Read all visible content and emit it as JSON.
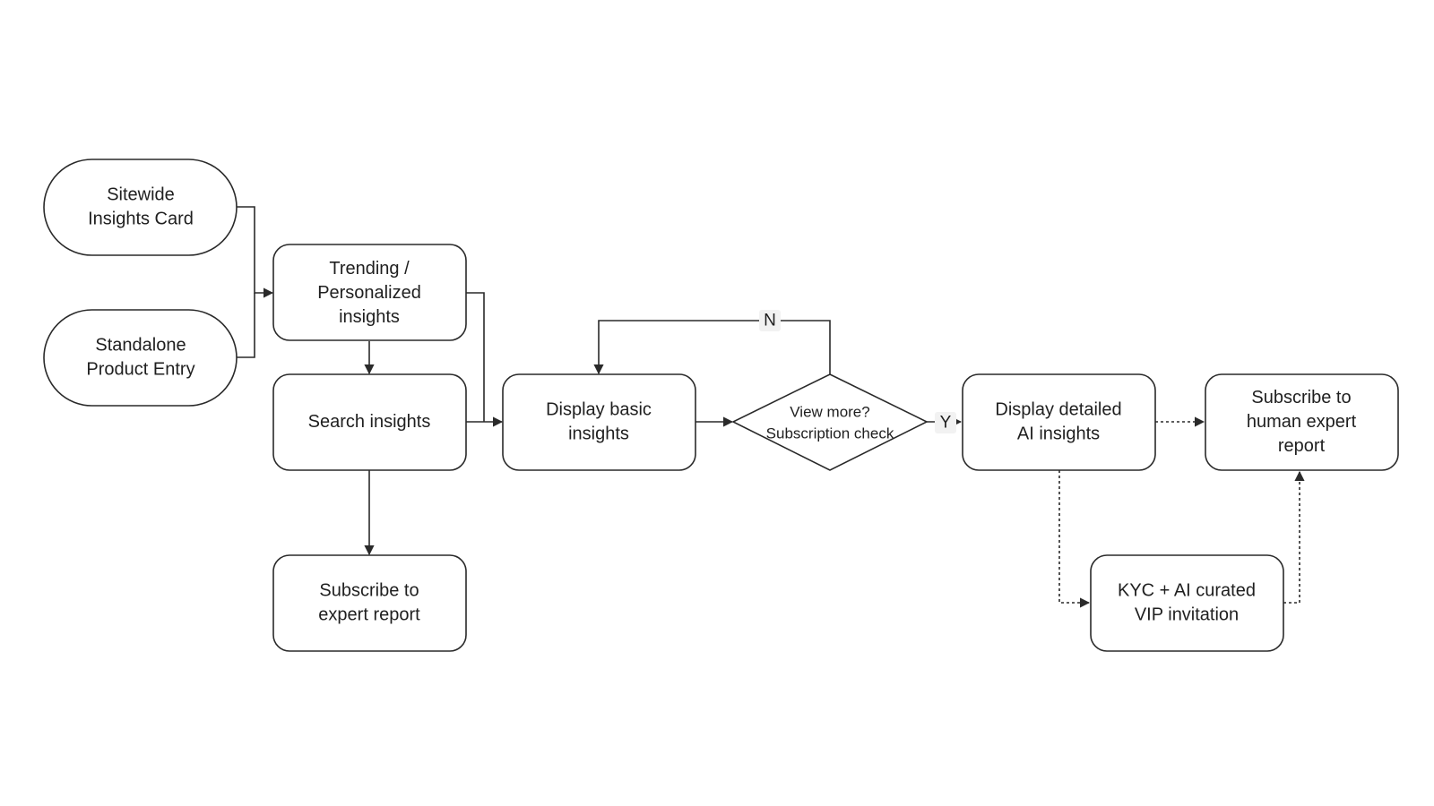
{
  "nodes": {
    "sitewide": {
      "lines": [
        "Sitewide",
        "Insights Card"
      ],
      "shape": "stadium"
    },
    "standalone": {
      "lines": [
        "Standalone",
        "Product Entry"
      ],
      "shape": "stadium"
    },
    "trending": {
      "lines": [
        "Trending /",
        "Personalized",
        "insights"
      ],
      "shape": "rounded-rect"
    },
    "search": {
      "lines": [
        "Search insights"
      ],
      "shape": "rounded-rect"
    },
    "subscribe_expert": {
      "lines": [
        "Subscribe to",
        "expert report"
      ],
      "shape": "rounded-rect"
    },
    "display_basic": {
      "lines": [
        "Display basic",
        "insights"
      ],
      "shape": "rounded-rect"
    },
    "decision": {
      "lines": [
        "View more?",
        "Subscription check"
      ],
      "shape": "diamond"
    },
    "display_detailed": {
      "lines": [
        "Display detailed",
        "AI insights"
      ],
      "shape": "rounded-rect"
    },
    "subscribe_human": {
      "lines": [
        "Subscribe to",
        "human expert",
        "report"
      ],
      "shape": "rounded-rect"
    },
    "kyc": {
      "lines": [
        "KYC + AI curated",
        "VIP invitation"
      ],
      "shape": "rounded-rect"
    }
  },
  "edges": [
    {
      "from": "sitewide",
      "to": "trending",
      "style": "solid"
    },
    {
      "from": "standalone",
      "to": "trending",
      "style": "solid"
    },
    {
      "from": "trending",
      "to": "search",
      "style": "solid"
    },
    {
      "from": "trending",
      "to": "display_basic",
      "style": "solid"
    },
    {
      "from": "search",
      "to": "display_basic",
      "style": "solid"
    },
    {
      "from": "search",
      "to": "subscribe_expert",
      "style": "solid"
    },
    {
      "from": "display_basic",
      "to": "decision",
      "style": "solid"
    },
    {
      "from": "decision",
      "to": "display_basic",
      "style": "solid",
      "label": "N"
    },
    {
      "from": "decision",
      "to": "display_detailed",
      "style": "solid",
      "label": "Y"
    },
    {
      "from": "display_detailed",
      "to": "subscribe_human",
      "style": "dashed"
    },
    {
      "from": "display_detailed",
      "to": "kyc",
      "style": "dashed"
    },
    {
      "from": "kyc",
      "to": "subscribe_human",
      "style": "dashed"
    }
  ],
  "colors": {
    "stroke": "#2a2a2a",
    "text": "#1f1f1f",
    "label_background": "#f2f2f2",
    "background": "#ffffff"
  }
}
